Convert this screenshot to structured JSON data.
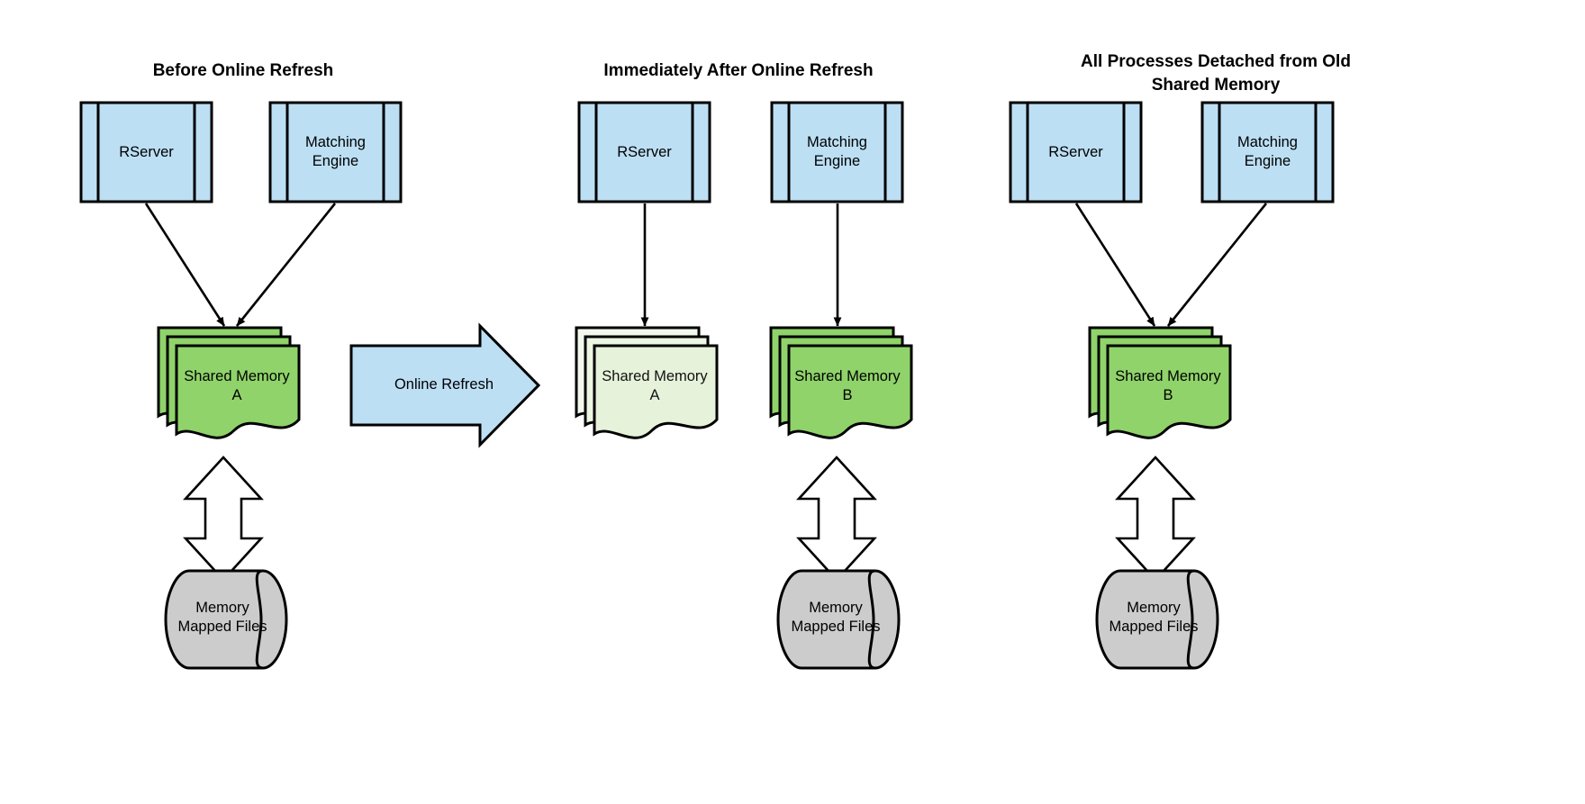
{
  "diagram": {
    "title_style": "bold",
    "background": "#ffffff",
    "colors": {
      "process_fill": "#bcdff4",
      "process_stroke": "#000000",
      "shared_memory_fill": "#8fd36a",
      "shared_memory_detached_fill": "#e6f2da",
      "storage_fill": "#cccccc",
      "arrow_fill": "#bcdff4",
      "line": "#000000"
    },
    "panels": [
      {
        "id": "before",
        "title": "Before Online Refresh",
        "processes": [
          {
            "name": "RServer",
            "label": "RServer"
          },
          {
            "name": "matching-engine",
            "label": "Matching\nEngine"
          }
        ],
        "shared_memory": {
          "label": "Shared Memory\nA",
          "state": "active"
        },
        "storage": {
          "label": "Memory\nMapped Files"
        }
      },
      {
        "id": "immediately-after",
        "title": "Immediately After Online Refresh",
        "processes": [
          {
            "name": "RServer",
            "label": "RServer"
          },
          {
            "name": "matching-engine",
            "label": "Matching\nEngine"
          }
        ],
        "shared_memory_old": {
          "label": "Shared Memory\nA",
          "state": "detached"
        },
        "shared_memory_new": {
          "label": "Shared Memory\nB",
          "state": "active"
        },
        "storage": {
          "label": "Memory\nMapped Files"
        }
      },
      {
        "id": "all-detached",
        "title": "All Processes Detached from Old\nShared Memory",
        "processes": [
          {
            "name": "RServer",
            "label": "RServer"
          },
          {
            "name": "matching-engine",
            "label": "Matching\nEngine"
          }
        ],
        "shared_memory": {
          "label": "Shared Memory\nB",
          "state": "active"
        },
        "storage": {
          "label": "Memory\nMapped Files"
        }
      }
    ],
    "transition_arrow": {
      "label": "Online Refresh"
    }
  }
}
